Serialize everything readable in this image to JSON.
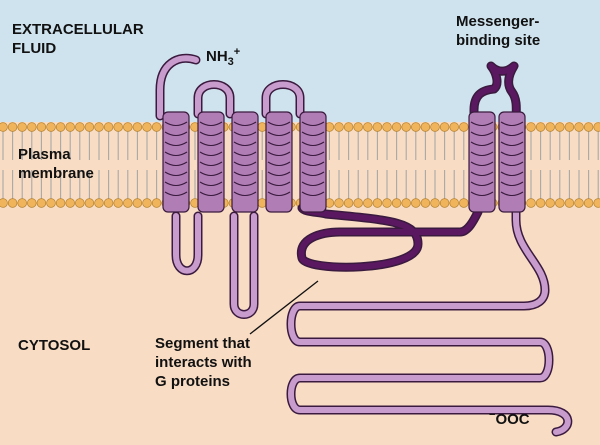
{
  "labels": {
    "extracellular_line1": "EXTRACELLULAR",
    "extracellular_line2": "FLUID",
    "nh3_main": "NH",
    "nh3_sub": "3",
    "nh3_sup": "+",
    "messenger_line1": "Messenger-",
    "messenger_line2": "binding site",
    "plasma_line1": "Plasma",
    "plasma_line2": "membrane",
    "cytosol": "CYTOSOL",
    "segment_line1": "Segment that",
    "segment_line2": "interacts with",
    "segment_line3": "G proteins",
    "cooh_sup": "−",
    "cooh_main": "OOC"
  },
  "colors": {
    "extracellular_fluid": "#cfe3ee",
    "cytosol": "#f8dcc4",
    "lipid_head": "#f0b45c",
    "lipid_tail": "#a8a8a8",
    "helix": "#b07eb4",
    "chain_light": "#c89ccc",
    "chain_dark": "#5a1860"
  }
}
